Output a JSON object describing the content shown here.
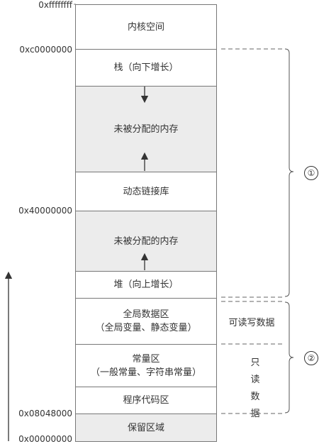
{
  "addresses": {
    "top": "0xffffffff",
    "kernel_base": "0xc0000000",
    "mid": "0x40000000",
    "code_base": "0x08048000",
    "zero": "0x00000000"
  },
  "segments": {
    "kernel": "内核空间",
    "stack": "栈（向下增长）",
    "unalloc1": "未被分配的内存",
    "shared_lib": "动态链接库",
    "unalloc2": "未被分配的内存",
    "heap": "堆（向上增长）",
    "global_line1": "全局数据区",
    "global_line2": "（全局变量、静态变量）",
    "const_line1": "常量区",
    "const_line2": "（一般常量、字符串常量）",
    "code": "程序代码区",
    "reserved": "保留区域"
  },
  "notes": {
    "readwrite": "可读写数据",
    "readonly_chars": [
      "只",
      "读",
      "数",
      "据"
    ]
  },
  "markers": {
    "one": "①",
    "two": "②"
  }
}
